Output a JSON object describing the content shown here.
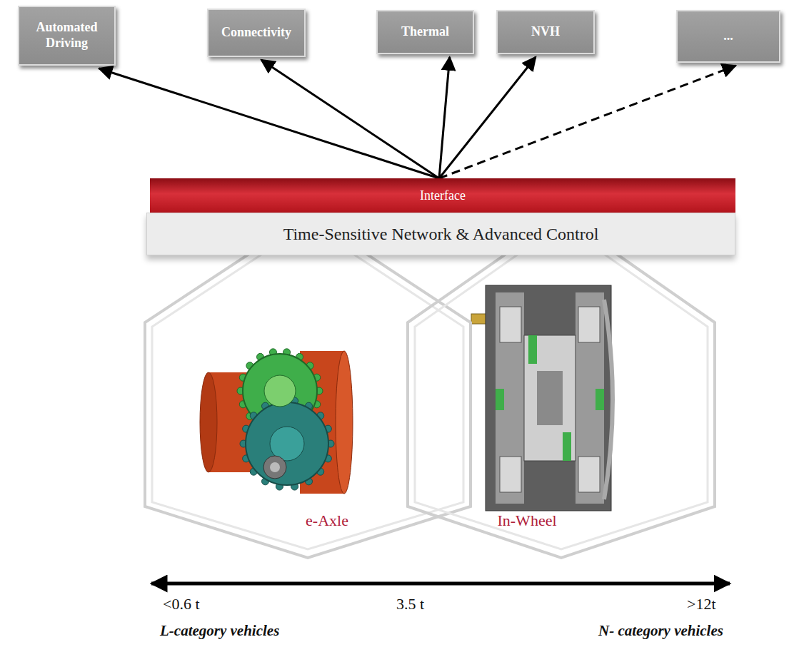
{
  "diagram": {
    "nodes": [
      {
        "text": [
          "Automated Driving"
        ]
      },
      {
        "text": [
          "Connectivity"
        ]
      },
      {
        "text": [
          "Thermal"
        ]
      },
      {
        "text": [
          "NVH"
        ]
      },
      {
        "text": [
          "..."
        ]
      },
      {
        "text": [
          "Interface"
        ]
      },
      {
        "text": [
          "Time-Sensitive Network & Advanced Control"
        ]
      },
      {
        "text": [
          "e-Axle"
        ]
      },
      {
        "text": [
          "In-Wheel"
        ]
      }
    ],
    "edges": [
      {
        "from": 5,
        "to": 0,
        "arrow": "to"
      },
      {
        "from": 5,
        "to": 1,
        "arrow": "to"
      },
      {
        "from": 5,
        "to": 2,
        "arrow": "to"
      },
      {
        "from": 5,
        "to": 3,
        "arrow": "to"
      },
      {
        "from": 5,
        "to": 4,
        "arrow": "to"
      }
    ],
    "labels": [
      "<0.6 t",
      "3.5 t",
      ">12t",
      "L-category vehicles",
      "N- category vehicles"
    ]
  }
}
